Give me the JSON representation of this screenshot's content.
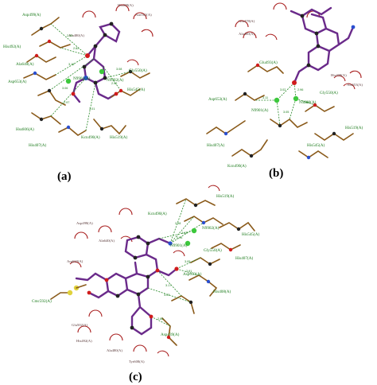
{
  "panels": [
    {
      "id": "a",
      "label": "(a)",
      "residue_labels": [
        "Asp499(A)",
        "His498(A)",
        "Asn502(A)",
        "His492(A)",
        "Ala480(A)",
        "Ala640(A)",
        "Asp653(A)",
        "Gly550(A)",
        "His545(A)",
        "N9901(A)",
        "N9902(A)",
        "Hss606(A)",
        "Kcn490(A)",
        "His407(A)",
        "His519(A)"
      ],
      "distance_labels": [
        "2.82",
        "3.15",
        "3.06",
        "3.01",
        "2.92",
        "3.08",
        "2.97",
        "2.89"
      ]
    },
    {
      "id": "b",
      "label": "(b)",
      "residue_labels": [
        "Glu478(A)",
        "Ala480(A)",
        "His408(A)",
        "Ala653(A)",
        "Glu493(A)",
        "Asp653(A)",
        "N9901(A)",
        "N9902(A)",
        "Gly550(A)",
        "His519(A)",
        "His407(A)",
        "Kcn490(A)",
        "His545(A)"
      ],
      "distance_labels": [
        "3.02",
        "2.96",
        "3.11",
        "2.88",
        "3.05"
      ]
    },
    {
      "id": "c",
      "label": "(c)",
      "residue_labels": [
        "His519(A)",
        "Kcn490(A)",
        "N9902(A)",
        "His545(A)",
        "N9901(A)",
        "His407(A)",
        "Gly550(A)",
        "Asp653(A)",
        "His408(A)",
        "Asp498(A)",
        "Ala640(A)",
        "Arg660(A)",
        "Cmc592(A)",
        "Asp439(A)",
        "Glu502(A)",
        "His492(A)",
        "Ala480(A)",
        "Tyr608(A)"
      ],
      "distance_labels": [
        "2.98",
        "3.12",
        "3.05",
        "2.91",
        "3.17",
        "2.86",
        "3.03",
        "2.94"
      ]
    }
  ]
}
